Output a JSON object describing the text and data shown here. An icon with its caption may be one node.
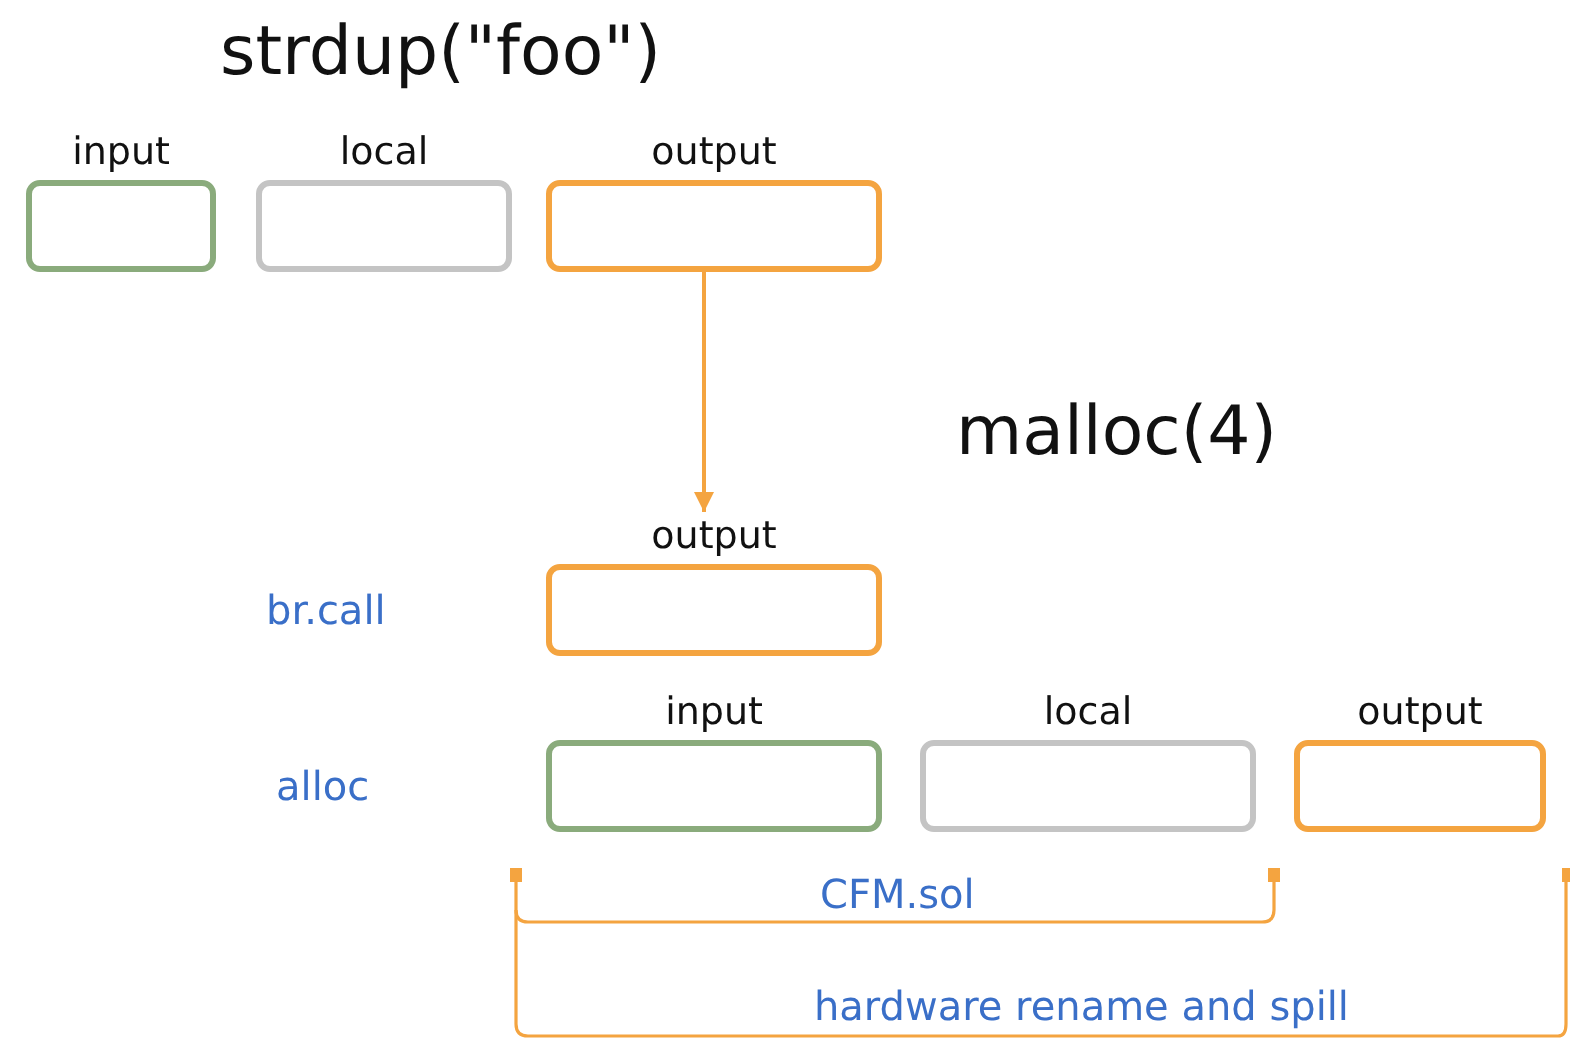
{
  "diagram": {
    "nodes": [
      {
        "text": [
          "input"
        ]
      },
      {
        "text": [
          "local"
        ]
      },
      {
        "text": [
          "output"
        ]
      },
      {
        "text": [
          "output"
        ]
      },
      {
        "text": [
          "input"
        ]
      },
      {
        "text": [
          "local"
        ]
      },
      {
        "text": [
          "output"
        ]
      }
    ],
    "edges": [
      {
        "from": 2,
        "to": 3,
        "arrow": "to"
      }
    ],
    "labels": [
      "strdup(\"foo\")",
      "malloc(4)",
      "br.call",
      "alloc",
      "CFM.sol",
      "hardware rename and spill"
    ]
  }
}
